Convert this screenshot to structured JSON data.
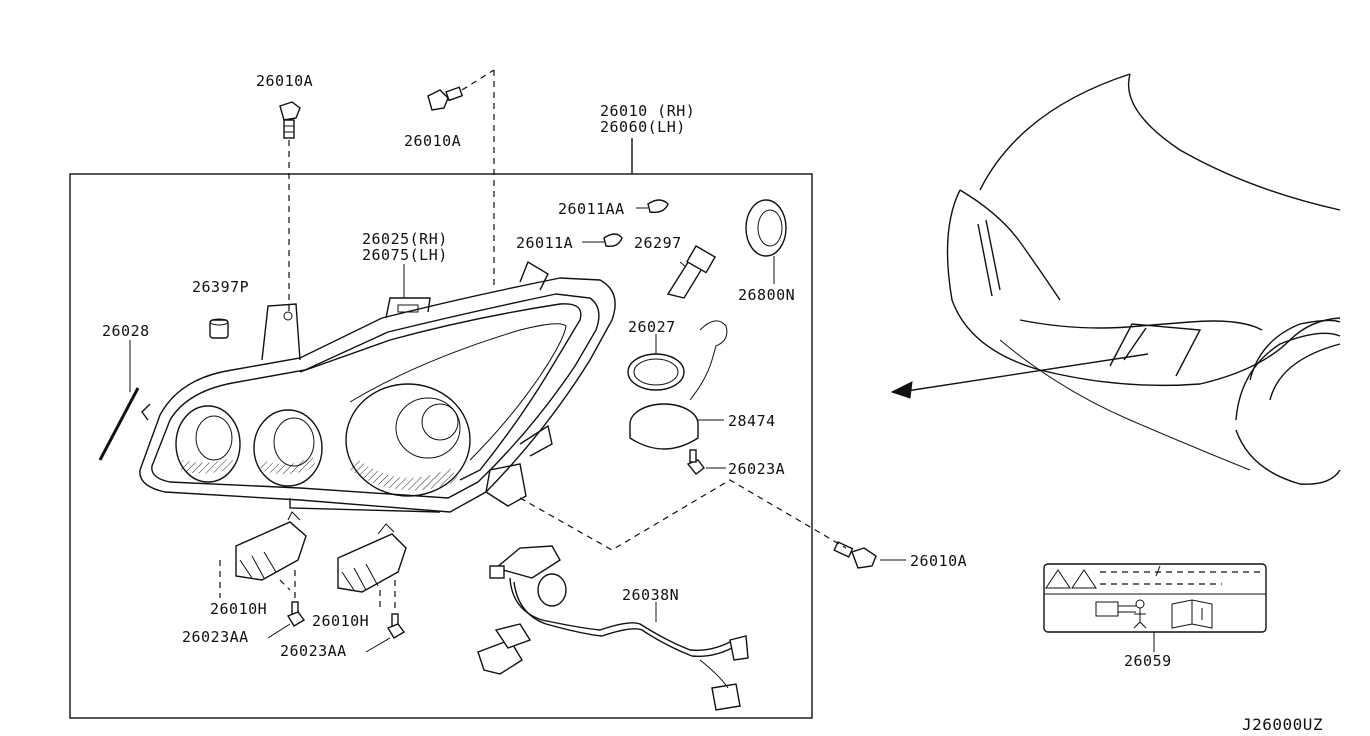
{
  "callouts": {
    "c26010A_top": "26010A",
    "c26010A_mid": "26010A",
    "c26010A_right": "26010A",
    "c26010_rh": "26010 (RH)",
    "c26060_lh": "26060(LH)",
    "c26011AA": "26011AA",
    "c26011A": "26011A",
    "c26297": "26297",
    "c26800N": "26800N",
    "c26025_rh": "26025(RH)",
    "c26075_lh": "26075(LH)",
    "c26397P": "26397P",
    "c26028": "26028",
    "c26027": "26027",
    "c28474": "28474",
    "c26023A": "26023A",
    "c26010H_left": "26010H",
    "c26010H_right": "26010H",
    "c26023AA_left": "26023AA",
    "c26023AA_right": "26023AA",
    "c26038N": "26038N",
    "c26059": "26059"
  },
  "diagram_id": "J26000UZ",
  "icons": {
    "warning": "warning-triangle-icon",
    "headlamp": "headlamp-beam-icon",
    "manual": "owners-manual-icon"
  },
  "colors": {
    "line": "#111111",
    "background": "#ffffff"
  }
}
